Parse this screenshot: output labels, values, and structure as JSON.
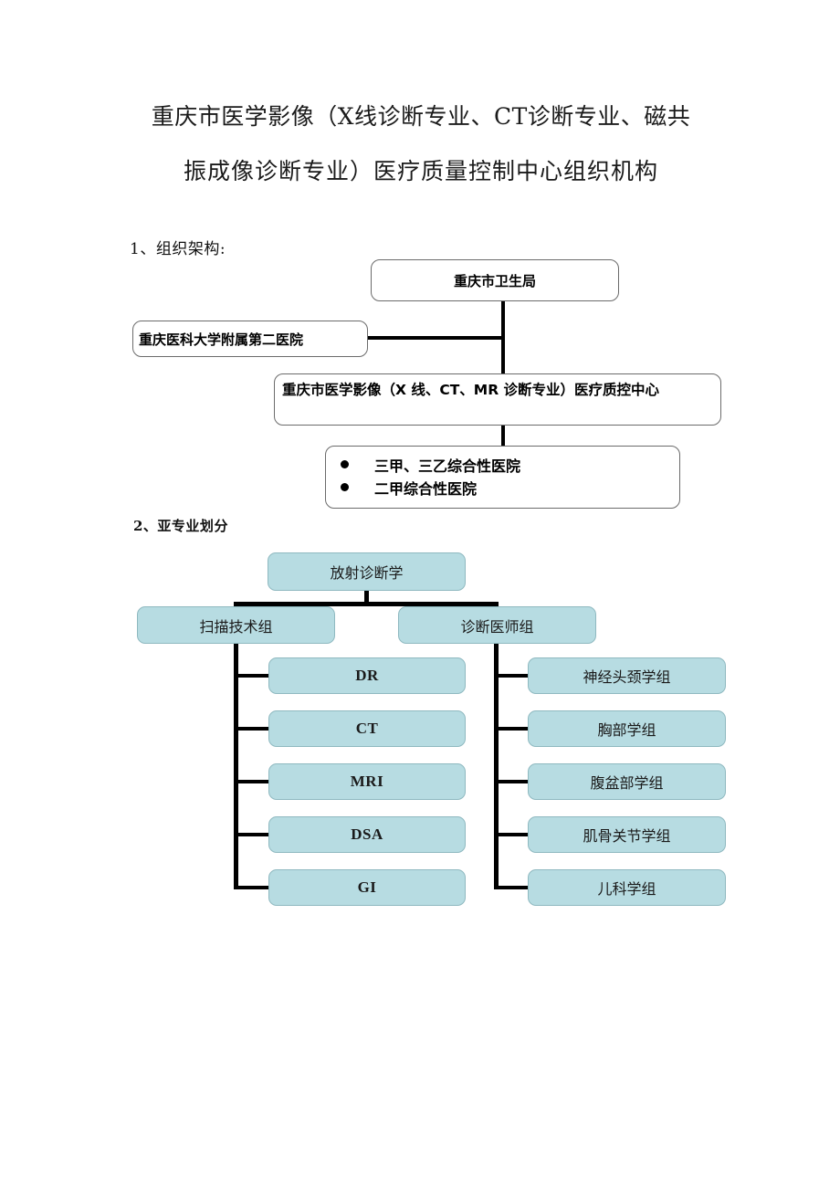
{
  "document": {
    "title_line1": "重庆市医学影像（X线诊断专业、CT诊断专业、磁共",
    "title_line2": "振成像诊断专业）医疗质量控制中心组织机构"
  },
  "sections": [
    {
      "id": "organization",
      "heading": "1、组织架构:"
    },
    {
      "id": "subspecialty",
      "heading": "2、亚专业划分"
    }
  ],
  "org_chart": {
    "health_bureau": "重庆市卫生局",
    "affiliated_hospital": "重庆医科大学附属第二医院",
    "qc_center": "重庆市医学影像（X 线、CT、MR 诊断专业）医疗质控中心",
    "hospital_list": [
      "三甲、三乙综合性医院",
      "二甲综合性医院"
    ]
  },
  "subspecialty_chart": {
    "root": "放射诊断学",
    "branch_left": "扫描技术组",
    "branch_right": "诊断医师组",
    "left_leaves": [
      "DR",
      "CT",
      "MRI",
      "DSA",
      "GI"
    ],
    "right_leaves": [
      "神经头颈学组",
      "胸部学组",
      "腹盆部学组",
      "肌骨关节学组",
      "儿科学组"
    ]
  },
  "colors": {
    "teal_fill": "#b7dce2",
    "teal_border": "#8fb9c0",
    "white_border": "#6b6b6b",
    "connector": "#000000",
    "text": "#000000",
    "page_background": "#ffffff"
  }
}
